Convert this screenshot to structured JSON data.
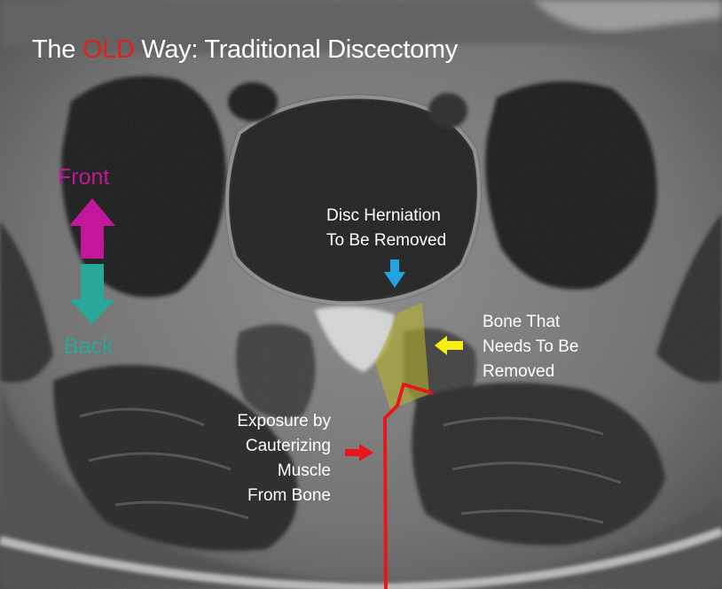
{
  "title": {
    "prefix": "The ",
    "highlight": "OLD",
    "suffix": " Way:  Traditional Discectomy"
  },
  "labels": {
    "front": "Front",
    "back": "Back",
    "disc_herniation": "Disc Herniation\nTo Be Removed",
    "bone_removed": "Bone That\nNeeds To Be\nRemoved",
    "exposure": "Exposure by\nCauterizing\nMuscle\nFrom Bone"
  },
  "colors": {
    "title_highlight": "#e0201e",
    "front": "#c2179a",
    "back": "#2ba69a",
    "disc_arrow": "#1fa6e0",
    "bone_arrow": "#f5ee10",
    "bone_region": "#b5b22a",
    "incision": "#e8161b"
  },
  "icons": [
    "front-arrow-icon",
    "back-arrow-icon",
    "disc-arrow-icon",
    "bone-arrow-icon",
    "incision-arrow-icon"
  ]
}
